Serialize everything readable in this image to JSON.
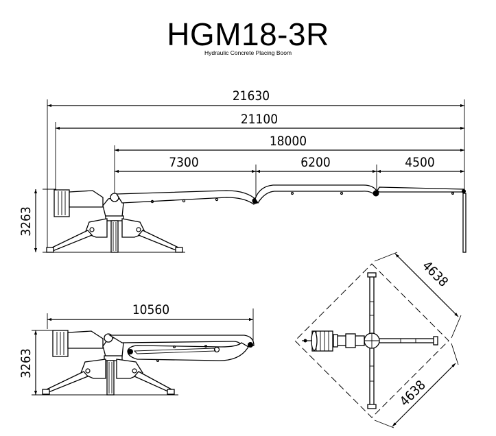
{
  "header": {
    "title": "HGM18-3R",
    "subtitle": "Hydraulic Concrete Placing Boom"
  },
  "side_view": {
    "overall_length": "21630",
    "reach": "21100",
    "boom_length": "18000",
    "section_1": "7300",
    "section_2": "6200",
    "section_3": "4500",
    "height": "3263"
  },
  "folded_view": {
    "folded_length": "10560",
    "height": "3263"
  },
  "plan_view": {
    "outrigger_span_a": "4638",
    "outrigger_span_b": "4638"
  }
}
